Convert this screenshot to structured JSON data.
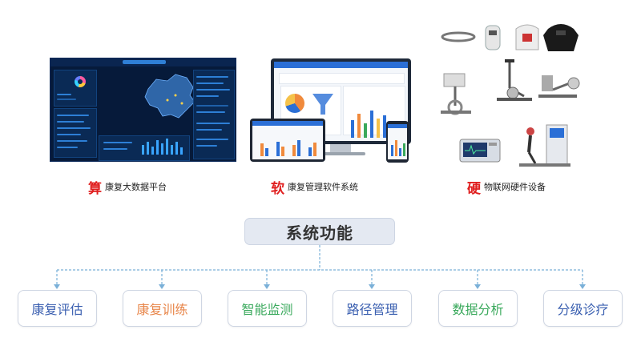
{
  "products": [
    {
      "big": "算",
      "label": "康复大数据平台"
    },
    {
      "big": "软",
      "label": "康复管理软件系统"
    },
    {
      "big": "硬",
      "label": "物联网硬件设备"
    }
  ],
  "system": {
    "title": "系统功能"
  },
  "functions": [
    {
      "label": "康复评估",
      "color": "#3a5fb0"
    },
    {
      "label": "康复训练",
      "color": "#e8864a"
    },
    {
      "label": "智能监测",
      "color": "#3aa95c"
    },
    {
      "label": "路径管理",
      "color": "#3a5fb0"
    },
    {
      "label": "数据分析",
      "color": "#3aa95c"
    },
    {
      "label": "分级诊疗",
      "color": "#3a5fb0"
    }
  ],
  "colors": {
    "accent_red": "#e02020",
    "connector": "#7ab0d8",
    "box_bg": "#e4e9f2"
  },
  "icons": [
    "dashboard-image",
    "monitor-image",
    "tablet-image",
    "phone-image",
    "harness-belt-icon",
    "knee-brace-icon",
    "shoulder-brace-icon",
    "upper-body-exoskeleton-icon",
    "stationary-bike-icon",
    "recumbent-bike-icon",
    "exercise-bike-icon",
    "ecg-monitor-icon",
    "gait-training-station-icon"
  ]
}
